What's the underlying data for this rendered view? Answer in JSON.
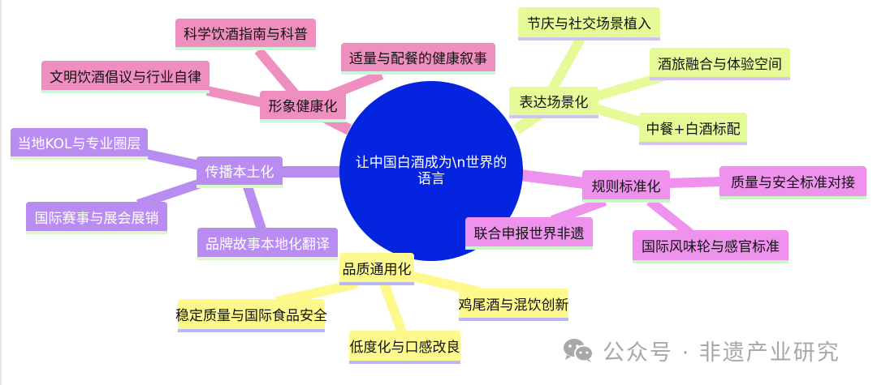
{
  "colors": {
    "center": "#0424e0",
    "health_branch": "#ef8fbf",
    "localization_branch": "#b98cf2",
    "scenario_branch": "#e4fb98",
    "standard_branch": "#ee92ee",
    "quality_branch": "#fdf98c",
    "watermark": "#a8a8a8"
  },
  "center": {
    "label": "让中国白酒成为\\n世界的语言"
  },
  "branches": [
    {
      "label": "形象健康化",
      "children": [
        "科学饮酒指南与科普",
        "适量与配餐的健康叙事",
        "文明饮酒倡议与行业自律"
      ]
    },
    {
      "label": "传播本土化",
      "children": [
        "当地KOL与专业圈层",
        "国际赛事与展会展销",
        "品牌故事本地化翻译"
      ]
    },
    {
      "label": "表达场景化",
      "children": [
        "节庆与社交场景植入",
        "酒旅融合与体验空间",
        "中餐+白酒标配"
      ]
    },
    {
      "label": "规则标准化",
      "children": [
        "质量与安全标准对接",
        "联合申报世界非遗",
        "国际风味轮与感官标准"
      ]
    },
    {
      "label": "品质通用化",
      "children": [
        "稳定质量与国际食品安全",
        "鸡尾酒与混饮创新",
        "低度化与口感改良"
      ]
    }
  ],
  "watermark": {
    "icon": "wechat-icon",
    "text": "公众号 · 非遗产业研究"
  }
}
